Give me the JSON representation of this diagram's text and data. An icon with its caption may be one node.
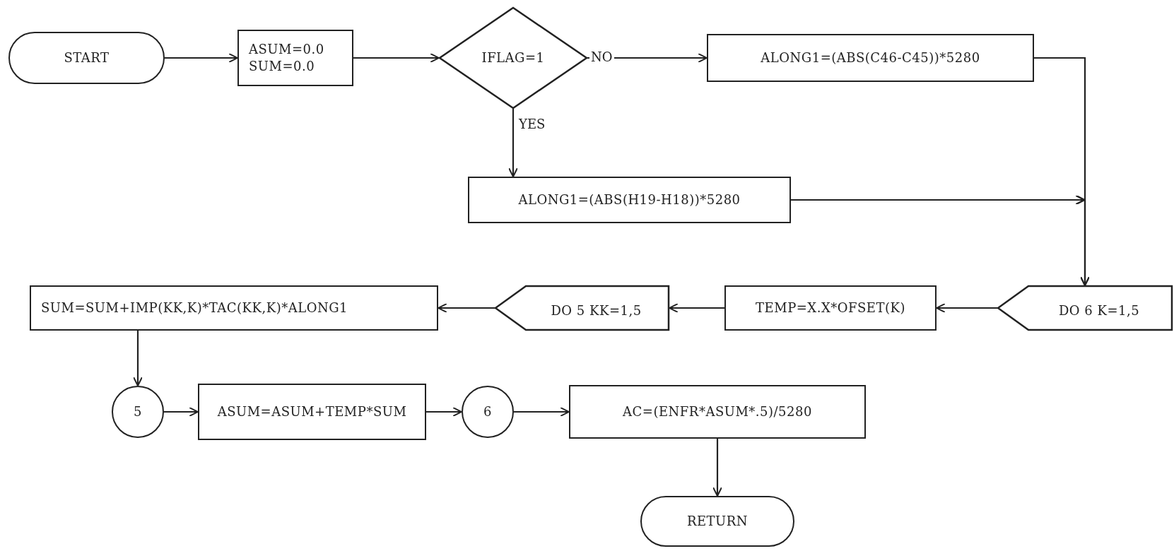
{
  "diagram": {
    "nodes": [
      {
        "text": [
          "START"
        ]
      },
      {
        "text": [
          "ASUM=0.0",
          "SUM=0.0"
        ]
      },
      {
        "text": [
          "IFLAG=1"
        ]
      },
      {
        "text": [
          "ALONG1=(ABS(C46-C45))*5280"
        ]
      },
      {
        "text": [
          "ALONG1=(ABS(H19-H18))*5280"
        ]
      },
      {
        "text": [
          "DO 6 K=1,5"
        ]
      },
      {
        "text": [
          "TEMP=X.X*OFSET(K)"
        ]
      },
      {
        "text": [
          "DO 5 KK=1,5"
        ]
      },
      {
        "text": [
          "SUM=SUM+IMP(KK,K)*TAC(KK,K)*ALONG1"
        ]
      },
      {
        "text": [
          "5"
        ]
      },
      {
        "text": [
          "ASUM=ASUM+TEMP*SUM"
        ]
      },
      {
        "text": [
          "6"
        ]
      },
      {
        "text": [
          "AC=(ENFR*ASUM*.5)/5280"
        ]
      },
      {
        "text": [
          "RETURN"
        ]
      }
    ],
    "edges": [
      {
        "from": 0,
        "to": 1,
        "arrow": "to"
      },
      {
        "from": 1,
        "to": 2,
        "arrow": "to"
      },
      {
        "from": 2,
        "to": 3,
        "arrow": "to",
        "label": "NO"
      },
      {
        "from": 2,
        "to": 4,
        "arrow": "to",
        "label": "YES"
      },
      {
        "from": 3,
        "to": 5,
        "arrow": "to"
      },
      {
        "from": 4,
        "to": 5,
        "arrow": "to"
      },
      {
        "from": 5,
        "to": 6,
        "arrow": "to"
      },
      {
        "from": 6,
        "to": 7,
        "arrow": "to"
      },
      {
        "from": 7,
        "to": 8,
        "arrow": "to"
      },
      {
        "from": 8,
        "to": 9,
        "arrow": "to"
      },
      {
        "from": 9,
        "to": 10,
        "arrow": "to"
      },
      {
        "from": 10,
        "to": 11,
        "arrow": "to"
      },
      {
        "from": 11,
        "to": 12,
        "arrow": "to"
      },
      {
        "from": 12,
        "to": 13,
        "arrow": "to"
      }
    ]
  }
}
